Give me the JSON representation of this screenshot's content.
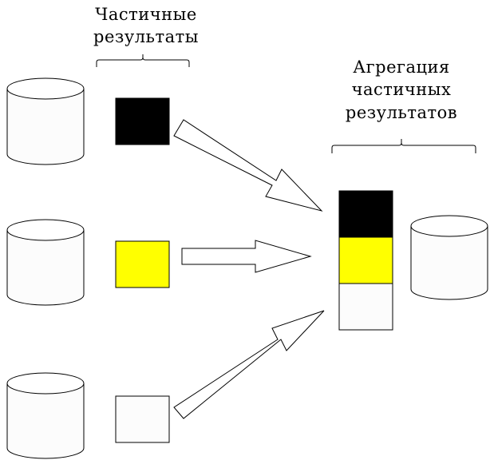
{
  "labels": {
    "partial_line1": "Частичные",
    "partial_line2": "результаты",
    "aggregation_line1": "Агрегация",
    "aggregation_line2": "частичных",
    "aggregation_line3": "результатов"
  },
  "colors": {
    "partial_result_1": "#000000",
    "partial_result_2": "#ffff00",
    "partial_result_3": "#fcfcfc",
    "aggregate_segment_1": "#000000",
    "aggregate_segment_2": "#ffff00",
    "aggregate_segment_3": "#fcfcfc"
  }
}
